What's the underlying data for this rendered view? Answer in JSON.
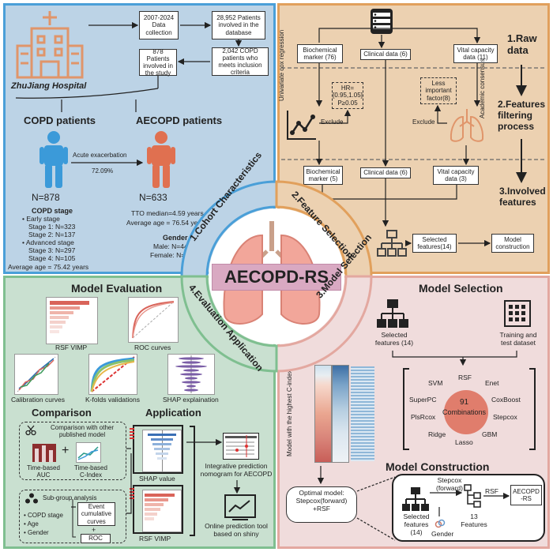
{
  "cohort": {
    "hospital_name": "ZhuJiang Hospital",
    "collection_years": "2007-2024",
    "collection_label": "Data collection",
    "patients_total": "28,952 Patients involved in the database",
    "patients_study": "878 Patients involved in the study",
    "patients_criteria": "2,042 COPD patients who meets inclusion criteria",
    "copd_title": "COPD patients",
    "aecopd_title": "AECOPD patients",
    "transition_label": "Acute exacerbation",
    "transition_rate": "72.09%",
    "copd_n": "N=878",
    "aecopd_n": "N=633",
    "copd_stage_title": "COPD stage",
    "copd_stage_lines": [
      "• Early stage",
      "Stage 1: N=323",
      "Stage 2: N=137",
      "• Advanced stage",
      "Stage 3: N=297",
      "Stage 4: N=105",
      "Average age = 75.42 years"
    ],
    "tto_median": "TTO median=4.59 years",
    "aecopd_avg_age": "Average age = 76.54 years",
    "gender_title": "Gender",
    "gender_male": "Male: N=445",
    "gender_female": "Female: N=188"
  },
  "features": {
    "biochem_raw": "Biochemical marker (76)",
    "clinical_raw": "Clinical data (6)",
    "vital_raw": "Vital capacity data (11)",
    "cox_label": "Univariate cox regression",
    "hr_box": "HR= [0.95,1.05] P≥0.05",
    "exclude_1": "Exclude",
    "exclude_2": "Exclude",
    "less_important": "Less important factor(8)",
    "academic": "Academic consensus",
    "biochem_sel": "Biochemical marker (5)",
    "clinical_sel": "Clinical data (6)",
    "vital_sel": "Vital capacity data (3)",
    "selected_features": "Selected features(14)",
    "model_construction": "Model construction",
    "step1": "1.Raw data",
    "step2": "2.Features filtering process",
    "step3": "3.Involved features"
  },
  "center": {
    "title": "AECOPD-RS",
    "ring_1": "1.Cohort Characteristics",
    "ring_2": "2.Feature Selection",
    "ring_3": "3.Model Selection",
    "ring_4": "4.Evaluation Application"
  },
  "model_selection": {
    "title": "Model Selection",
    "selected_features": "Selected features (14)",
    "train_test": "Training and test dataset",
    "algorithms": [
      "RSF",
      "Enet",
      "CoxBoost",
      "Stepcox",
      "GBM",
      "Lasso",
      "Ridge",
      "PlsRcox",
      "SuperPC",
      "SVM"
    ],
    "combinations_n": "91",
    "combinations_label": "Combinations",
    "heatmap_label": "Model with the highest C-index",
    "optimal_model": "Optimal model: Stepcox(forward) +RSF"
  },
  "model_construction": {
    "title": "Model Construction",
    "stepcox": "Stepcox (forward)",
    "rsf": "RSF",
    "output": "AECOPD -RS",
    "selected": "Selected features (14)",
    "thirteen": "13 Features",
    "gender": "Gender"
  },
  "evaluation": {
    "title": "Model Evaluation",
    "rsf_vimp": "RSF VIMP",
    "roc": "ROC curves",
    "calibration": "Calibration curves",
    "kfold": "K-folds validations",
    "shap": "SHAP explaination",
    "comparison_title": "Comparison",
    "comparison_desc": "Comparison with other published model",
    "time_auc": "Time-based AUC",
    "time_cindex": "Time-based C-Index",
    "subgroup_title": "Sub-group analysis",
    "subgroup_items": [
      "• COPD stage",
      "• Age",
      "• Gender"
    ],
    "event_curves": "Event cumulative curves",
    "roc_small": "ROC",
    "application_title": "Application",
    "shap_value": "SHAP value",
    "rsf_vimp2": "RSF VIMP",
    "nomogram": "Integrative prediction nomogram for AECOPD",
    "online_tool": "Online prediction tool based on shiny"
  },
  "colors": {
    "blue_panel": "#bcd3e6",
    "orange_panel": "#ecd1b1",
    "pink_panel": "#f0dcdc",
    "green_panel": "#c9e0d0",
    "copd_figure": "#3b9ad9",
    "aecopd_figure": "#e07050",
    "combination_circle": "#e07d6c"
  }
}
